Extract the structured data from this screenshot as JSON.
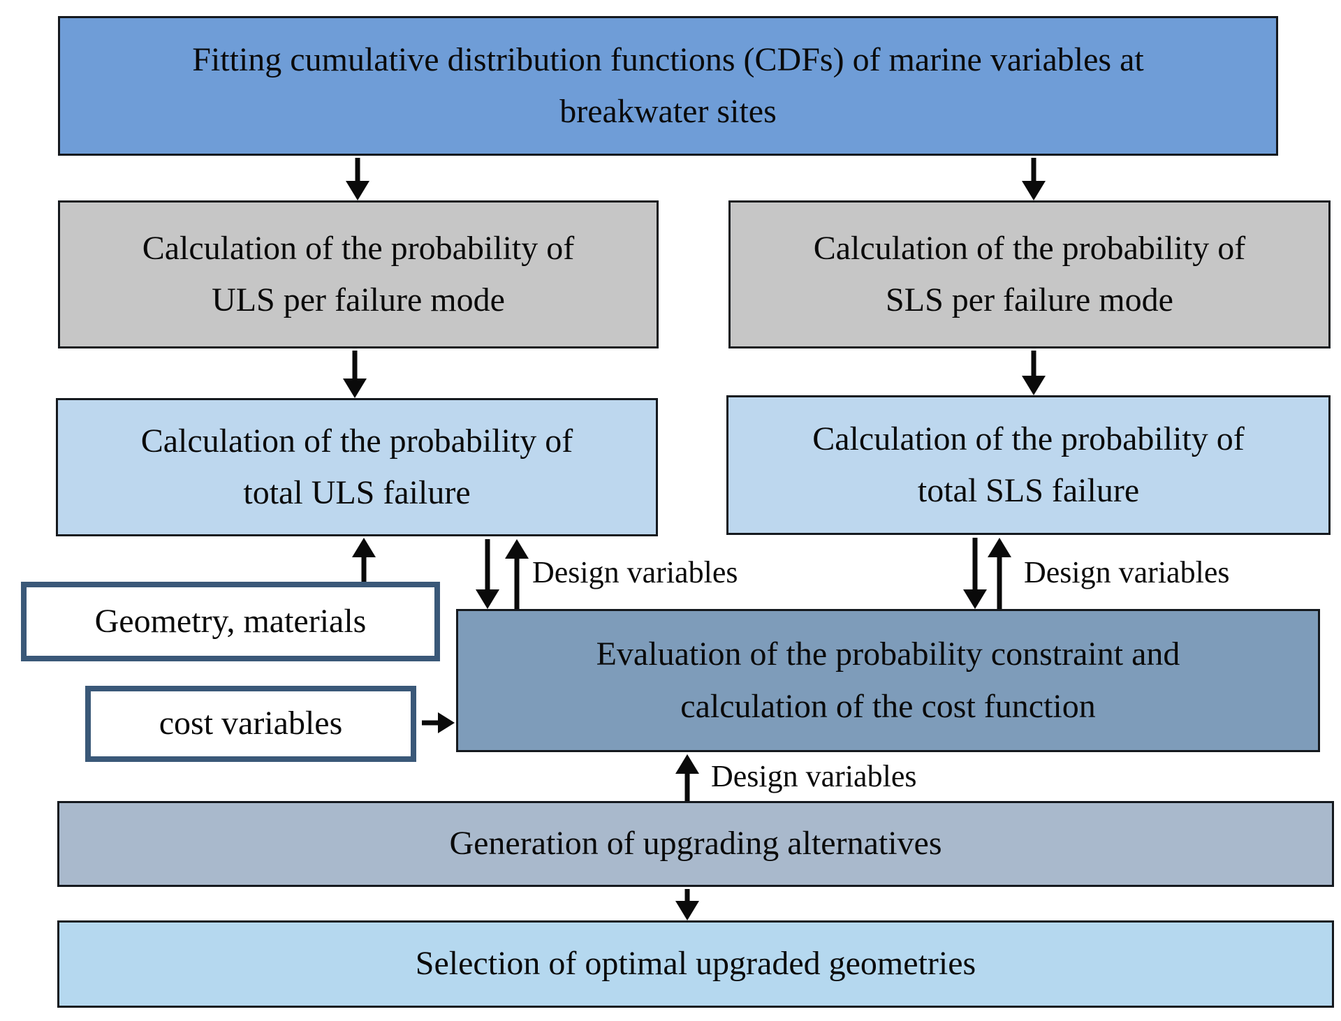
{
  "boxes": {
    "fitting": {
      "label": "Fitting cumulative distribution functions (CDFs) of marine variables at breakwater sites",
      "fill": "#6F9DD7"
    },
    "uls_per_mode": {
      "label": "Calculation of the probability of ULS per failure mode",
      "fill": "#C6C6C6"
    },
    "sls_per_mode": {
      "label": "Calculation of the probability of SLS per failure mode",
      "fill": "#C6C6C6"
    },
    "uls_total": {
      "label": "Calculation of the probability of total ULS failure",
      "fill": "#BDD7EE"
    },
    "sls_total": {
      "label": "Calculation of the probability of total SLS failure",
      "fill": "#BDD7EE"
    },
    "geometry_materials": {
      "label": "Geometry, materials",
      "fill": "#FFFFFF",
      "border": "#3A5878"
    },
    "cost_variables": {
      "label": "cost variables",
      "fill": "#FFFFFF",
      "border": "#3A5878"
    },
    "evaluation": {
      "label": "Evaluation of the probability constraint and calculation of the cost function",
      "fill": "#7E9CBA"
    },
    "generation": {
      "label": "Generation of upgrading alternatives",
      "fill": "#A9B9CC"
    },
    "selection": {
      "label": "Selection of optimal upgraded geometries",
      "fill": "#B5D8EF"
    }
  },
  "labels": {
    "design_variables_uls": "Design variables",
    "design_variables_sls": "Design variables",
    "design_variables_generation": "Design variables"
  },
  "edges": [
    {
      "from": "fitting",
      "to": "uls_per_mode",
      "direction": "down"
    },
    {
      "from": "fitting",
      "to": "sls_per_mode",
      "direction": "down"
    },
    {
      "from": "uls_per_mode",
      "to": "uls_total",
      "direction": "down"
    },
    {
      "from": "sls_per_mode",
      "to": "sls_total",
      "direction": "down"
    },
    {
      "from": "geometry_materials",
      "to": "uls_total",
      "direction": "up"
    },
    {
      "from": "uls_total",
      "to": "evaluation",
      "direction": "bidirectional",
      "label": "Design variables"
    },
    {
      "from": "sls_total",
      "to": "evaluation",
      "direction": "bidirectional",
      "label": "Design variables"
    },
    {
      "from": "cost_variables",
      "to": "evaluation",
      "direction": "right"
    },
    {
      "from": "generation",
      "to": "evaluation",
      "direction": "up",
      "label": "Design variables"
    },
    {
      "from": "generation",
      "to": "selection",
      "direction": "down"
    }
  ],
  "colors": {
    "arrow": "#0A0A0A",
    "box_border": "#15191E",
    "white_box_border": "#3A5878",
    "text": "#0A0A0A",
    "background": "#FFFFFF"
  }
}
